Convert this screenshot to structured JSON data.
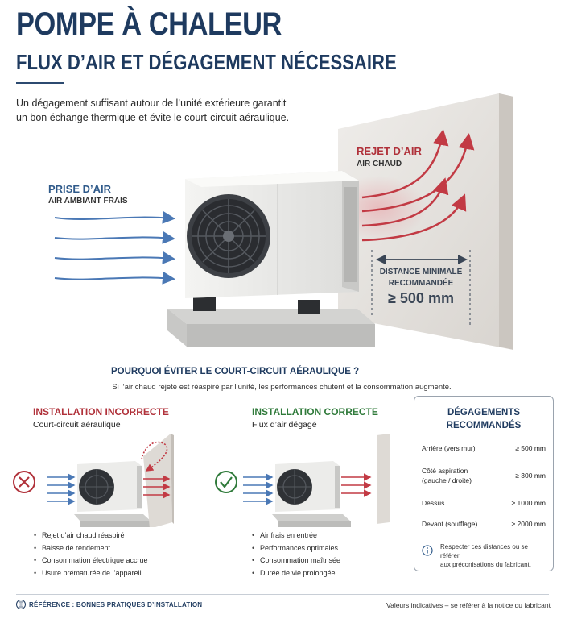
{
  "header": {
    "title": "POMPE À CHALEUR",
    "subtitle": "FLUX D’AIR ET DÉGAGEMENT NÉCESSAIRE",
    "intro_line1": "Un dégagement suffisant autour de l’unité extérieure garantit",
    "intro_line2": "un bon échange thermique et évite le court-circuit aéraulique."
  },
  "hero": {
    "intake_title": "PRISE D’AIR",
    "intake_sub": "AIR AMBIANT FRAIS",
    "exhaust_title": "REJET D’AIR",
    "exhaust_sub": "AIR CHAUD",
    "distance_line1": "DISTANCE MINIMALE",
    "distance_line2": "RECOMMANDÉE",
    "distance_value": "≥ 500 mm"
  },
  "section": {
    "title": "POURQUOI ÉVITER LE COURT-CIRCUIT AÉRAULIQUE ?",
    "description": "Si l’air chaud rejeté est réaspiré par l’unité, les performances chutent et la consommation augmente."
  },
  "incorrect": {
    "title": "INSTALLATION INCORRECTE",
    "subtitle": "Court-circuit aéraulique",
    "bullets": [
      "Rejet d’air chaud réaspiré",
      "Baisse de rendement",
      "Consommation électrique accrue",
      "Usure prématurée de l’appareil"
    ]
  },
  "correct": {
    "title": "INSTALLATION CORRECTE",
    "subtitle": "Flux d’air dégagé",
    "bullets": [
      "Air frais en entrée",
      "Performances optimales",
      "Consommation maîtrisée",
      "Durée de vie prolongée"
    ]
  },
  "panel": {
    "title_line1": "DÉGAGEMENTS",
    "title_line2": "RECOMMANDÉS",
    "rows": [
      {
        "label": "Arrière (vers mur)",
        "value": "≥ 500 mm"
      },
      {
        "label_line1": "Côté aspiration",
        "label_line2": "(gauche / droite)",
        "value": "≥ 300 mm"
      },
      {
        "label": "Dessus",
        "value": "≥ 1000 mm"
      },
      {
        "label": "Devant (soufflage)",
        "value": "≥ 2000 mm"
      }
    ],
    "note_line1": "Respecter ces distances ou se référer",
    "note_line2": "aux préconisations du fabricant."
  },
  "footer": {
    "left": "RÉFÉRENCE : BONNES PRATIQUES D’INSTALLATION",
    "right": "Valeurs indicatives – se référer à la notice du fabricant"
  },
  "colors": {
    "navy": "#1e3a5f",
    "cold_blue": "#4a78b5",
    "hot_red": "#c23a44",
    "good_green": "#2f7a3a",
    "wall": "#e6e3df"
  },
  "icons": [
    "cross-circle-icon",
    "check-circle-icon",
    "info-icon",
    "document-icon"
  ]
}
